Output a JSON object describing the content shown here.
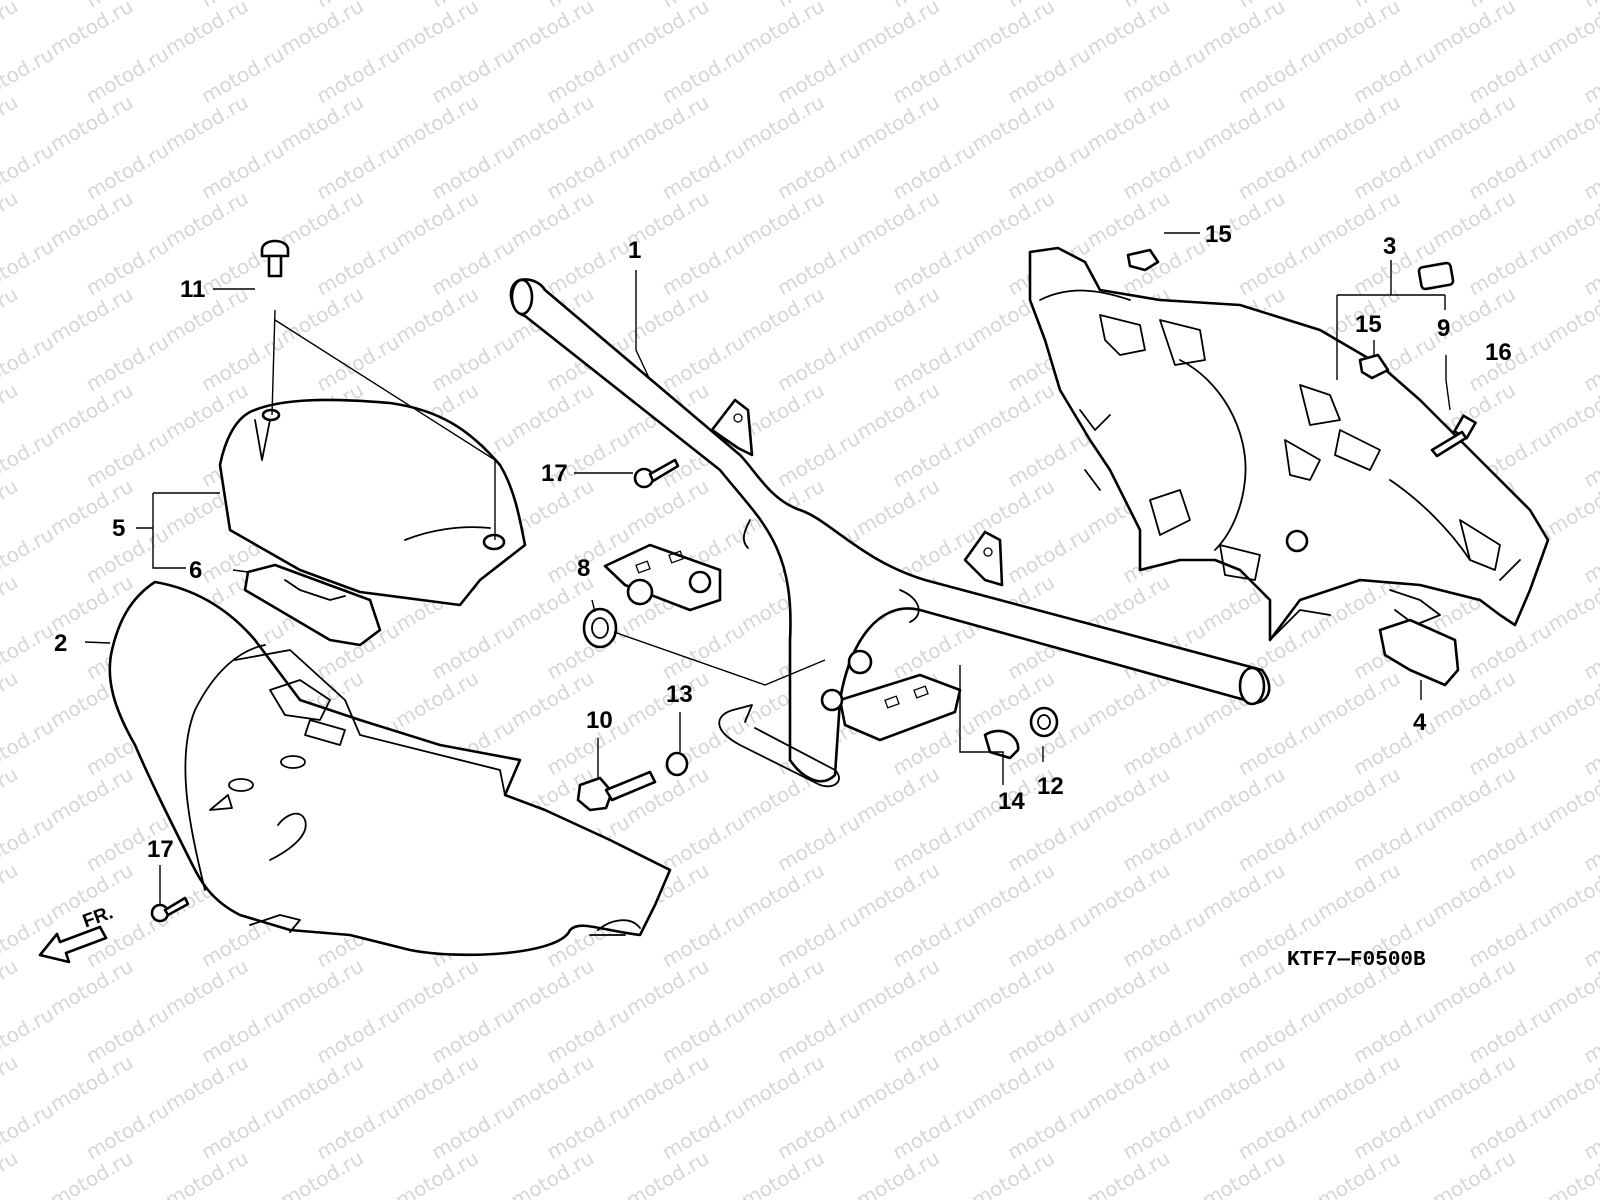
{
  "watermark": "motod.ru",
  "diagram_code": "KTF7—F0500B",
  "front_indicator": "FR.",
  "callouts": {
    "c1": "1",
    "c2": "2",
    "c3": "3",
    "c4": "4",
    "c5": "5",
    "c6": "6",
    "c8": "8",
    "c9": "9",
    "c10": "10",
    "c11": "11",
    "c12": "12",
    "c13": "13",
    "c14": "14",
    "c15a": "15",
    "c15b": "15",
    "c16": "16",
    "c17a": "17",
    "c17b": "17"
  },
  "colors": {
    "line": "#000000",
    "background": "#ffffff",
    "watermark": "#d6d6d6"
  }
}
